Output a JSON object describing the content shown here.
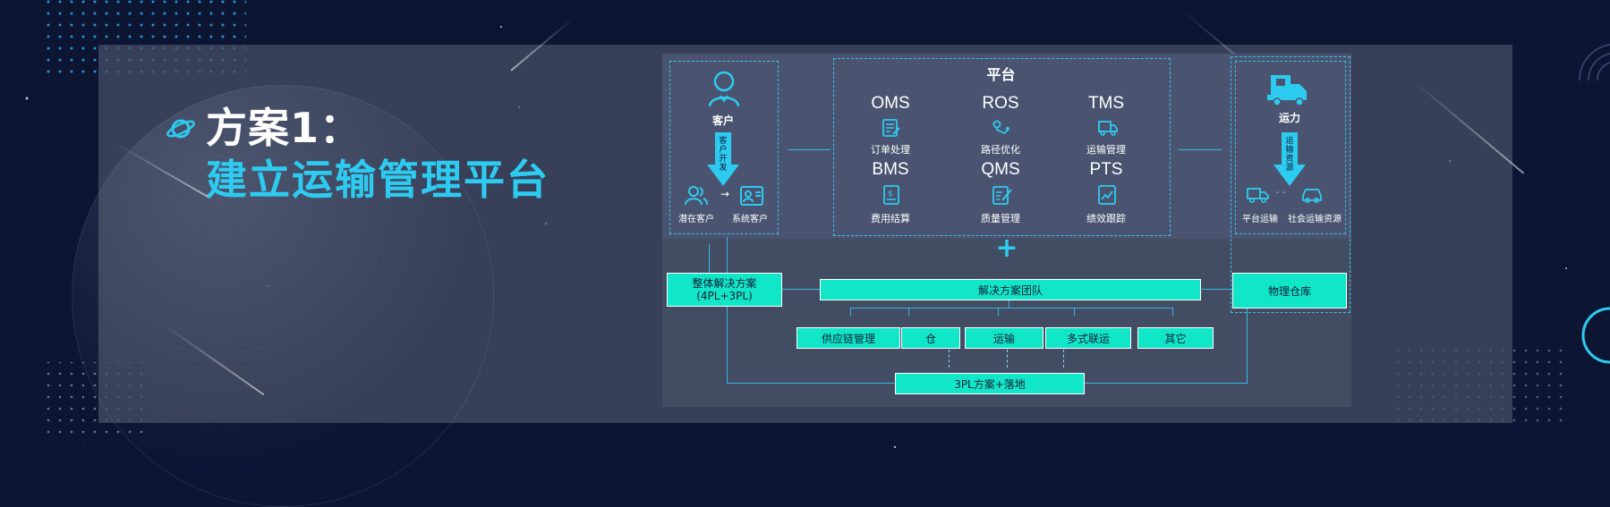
{
  "title": {
    "line1": "方案1：",
    "line2": "建立运输管理平台"
  },
  "customer_box": {
    "title": "客户",
    "arrow_text": "客户开发",
    "left_label": "潜在客户",
    "right_label": "系统客户"
  },
  "platform_box": {
    "title": "平台",
    "systems": [
      {
        "code": "OMS",
        "label": "订单处理",
        "icon": "order-icon"
      },
      {
        "code": "ROS",
        "label": "路径优化",
        "icon": "route-icon"
      },
      {
        "code": "TMS",
        "label": "运输管理",
        "icon": "truck-icon"
      },
      {
        "code": "BMS",
        "label": "费用结算",
        "icon": "bill-icon"
      },
      {
        "code": "QMS",
        "label": "质量管理",
        "icon": "quality-icon"
      },
      {
        "code": "PTS",
        "label": "绩效跟踪",
        "icon": "performance-icon"
      }
    ]
  },
  "capacity_box": {
    "title": "运力",
    "arrow_text": "运输资源",
    "left_label": "平台运输",
    "right_label": "社会运输资源"
  },
  "plus": "+",
  "bottom": {
    "solution_box": "整体解决方案\n(4PL+3PL)",
    "team_box": "解决方案团队",
    "warehouse_box": "物理仓库",
    "sub_boxes": [
      "供应链管理",
      "仓",
      "运输",
      "多式联运",
      "其它"
    ],
    "landing_box": "3PL方案+落地"
  },
  "colors": {
    "accent": "#2ecbf0",
    "teal": "#11e6c8",
    "background": "#0c1633"
  }
}
